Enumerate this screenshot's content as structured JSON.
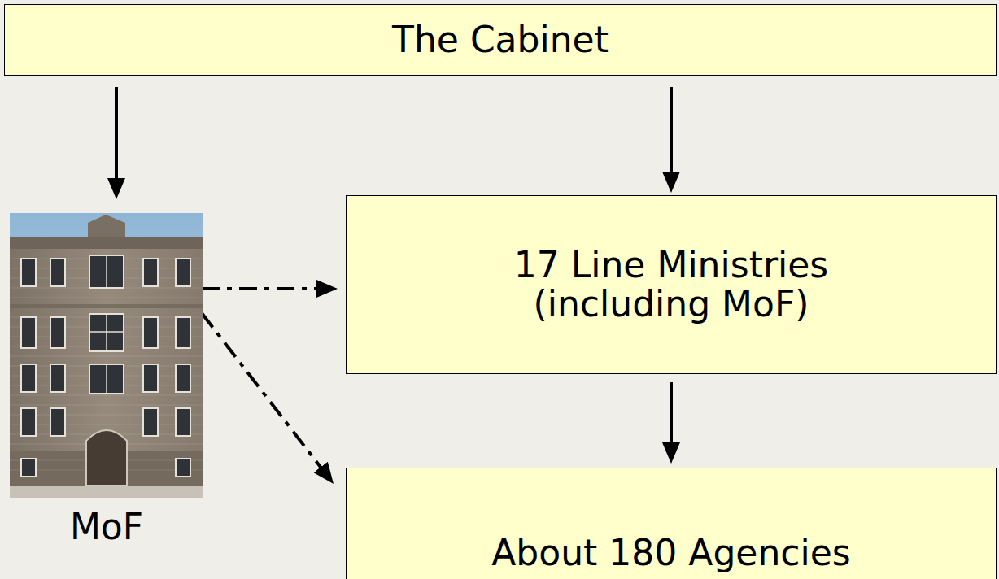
{
  "diagram": {
    "nodes": [
      {
        "text": [
          "The Cabinet"
        ]
      },
      {
        "text": [
          "MoF"
        ]
      },
      {
        "text": [
          "17 Line Ministries (including MoF)"
        ]
      },
      {
        "text": [
          "About 180 Agencies"
        ]
      }
    ],
    "edges": [
      {
        "from": 0,
        "to": 1,
        "arrow": "to"
      },
      {
        "from": 0,
        "to": 2,
        "arrow": "to"
      },
      {
        "from": 1,
        "to": 2,
        "arrow": "to"
      },
      {
        "from": 1,
        "to": 3,
        "arrow": "to"
      },
      {
        "from": 2,
        "to": 3,
        "arrow": "to"
      }
    ]
  }
}
